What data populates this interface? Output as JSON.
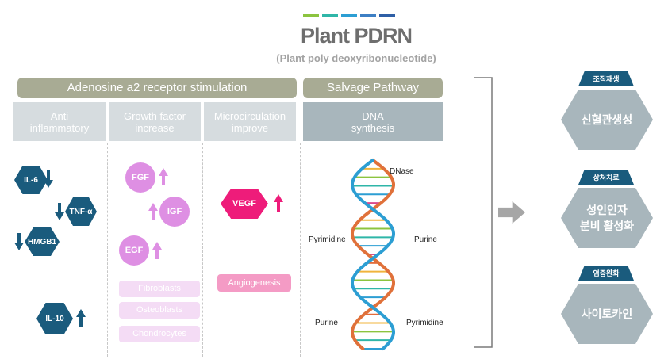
{
  "header": {
    "title": "Plant PDRN",
    "subtitle": "(Plant poly deoxyribonucleotide)",
    "stripe_colors": [
      "#8cc43f",
      "#2fb6a8",
      "#2c9ed3",
      "#3d7fc4",
      "#2f5fa6"
    ]
  },
  "categories": {
    "adenosine": "Adenosine a2 receptor stimulation",
    "salvage": "Salvage Pathway"
  },
  "columns": {
    "anti": [
      "Anti",
      "inflammatory"
    ],
    "growth": [
      "Growth factor",
      "increase"
    ],
    "micro": [
      "Microcirculation",
      "improve"
    ],
    "dna": [
      "DNA",
      "synthesis"
    ]
  },
  "anti_inflammatory": {
    "il6": "IL-6",
    "tnf": "TNF-α",
    "hmgb1": "HMGB1",
    "il10": "IL-10"
  },
  "growth_factor": {
    "fgf": "FGF",
    "igf": "IGF",
    "egf": "EGF",
    "cells": [
      "Fibroblasts",
      "Osteoblasts",
      "Chondrocytes"
    ]
  },
  "microcirculation": {
    "vegf": "VEGF",
    "angiogenesis": "Angiogenesis"
  },
  "dna_labels": {
    "dnase": "DNase",
    "pyrimidine_top": "Pyrimidine",
    "purine_top": "Purine",
    "purine_bottom": "Purine",
    "pyrimidine_bottom": "Pyrimidine"
  },
  "results": [
    {
      "tag": "조직재생",
      "lines": [
        "신혈관생성"
      ]
    },
    {
      "tag": "상처치료",
      "lines": [
        "성인인자",
        "분비 활성화"
      ]
    },
    {
      "tag": "염증완화",
      "lines": [
        "사이토카인"
      ]
    }
  ],
  "colors": {
    "navy": "#1a5b7d",
    "olive": "#a8ab94",
    "violet": "#de8fe3",
    "magenta": "#ee1c7a"
  },
  "icons": {
    "down": "down-arrow-icon",
    "up": "up-arrow-icon",
    "result": "right-arrow-icon"
  }
}
